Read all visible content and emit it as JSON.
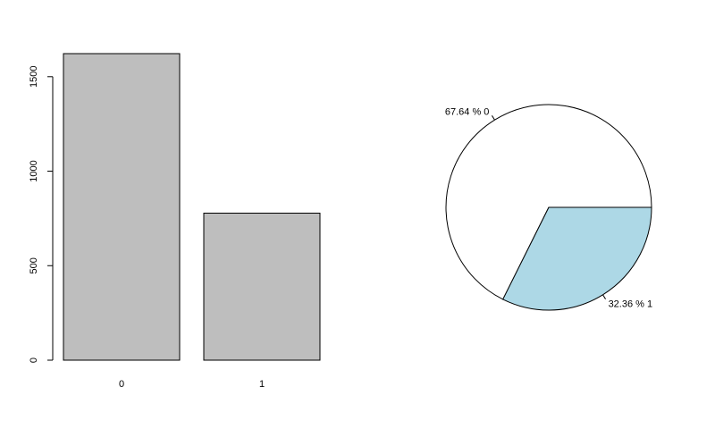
{
  "chart_data": [
    {
      "type": "bar",
      "categories": [
        "0",
        "1"
      ],
      "values": [
        1622,
        778
      ],
      "ylim": [
        0,
        1622
      ],
      "yticks": [
        0,
        500,
        1000,
        1500
      ],
      "ytick_labels": [
        "0",
        "500",
        "1000",
        "1500"
      ],
      "bar_color": "#bebebe",
      "title": "",
      "xlabel": "",
      "ylabel": ""
    },
    {
      "type": "pie",
      "categories": [
        "0",
        "1"
      ],
      "values": [
        67.64,
        32.36
      ],
      "slice_labels": [
        "67.64 %  0",
        "32.36 %  1"
      ],
      "colors": [
        "#ffffff",
        "#add8e6"
      ],
      "title": ""
    }
  ]
}
